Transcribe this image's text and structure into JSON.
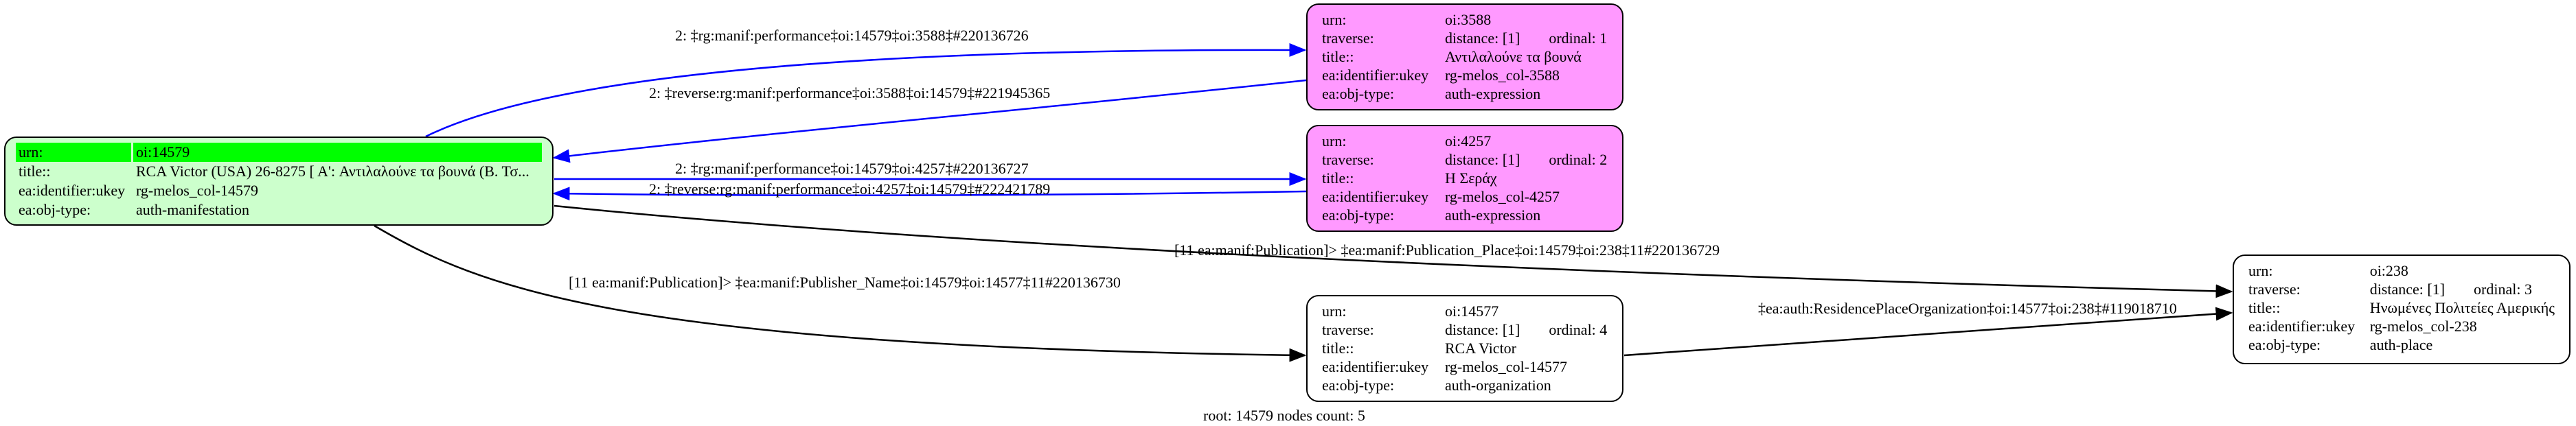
{
  "nodes": [
    {
      "id": "14579",
      "color": "#ccffcc",
      "rows": [
        [
          "urn:",
          "oi:14579"
        ],
        [
          "title::",
          "RCA Victor (USA) 26-8275 [ A': Αντιλαλούνε τα βουνά (Β. Τσ..."
        ],
        [
          "ea:identifier:ukey",
          "rg-melos_col-14579"
        ],
        [
          "ea:obj-type:",
          "auth-manifestation"
        ]
      ]
    },
    {
      "id": "3588",
      "color": "#ff99ff",
      "urn": "oi:3588",
      "distance": "distance: [1]",
      "ordinal": "ordinal: 1",
      "title": "Αντιλαλούνε τα βουνά",
      "ukey": "rg-melos_col-3588",
      "type": "auth-expression"
    },
    {
      "id": "4257",
      "color": "#ff99ff",
      "urn": "oi:4257",
      "distance": "distance: [1]",
      "ordinal": "ordinal: 2",
      "title": "Η Σεράχ",
      "ukey": "rg-melos_col-4257",
      "type": "auth-expression"
    },
    {
      "id": "14577",
      "color": "#ffffff",
      "urn": "oi:14577",
      "distance": "distance: [1]",
      "ordinal": "ordinal: 4",
      "title": "RCA Victor",
      "ukey": "rg-melos_col-14577",
      "type": "auth-organization"
    },
    {
      "id": "238",
      "color": "#ffffff",
      "urn": "oi:238",
      "distance": "distance: [1]",
      "ordinal": "ordinal: 3",
      "title": "Ηνωμένες Πολιτείες Αμερικής",
      "ukey": "rg-melos_col-238",
      "type": "auth-place"
    }
  ],
  "keys": {
    "urn": "urn:",
    "traverse": "traverse:",
    "title": "title::",
    "ukey": "ea:identifier:ukey",
    "type": "ea:obj-type:"
  },
  "edges": [
    {
      "from": "14579",
      "to": "3588",
      "color": "#0000ff",
      "label": "2: ‡rg:manif:performance‡oi:14579‡oi:3588‡#220136726"
    },
    {
      "from": "3588",
      "to": "14579",
      "color": "#0000ff",
      "label": "2: ‡reverse:rg:manif:performance‡oi:3588‡oi:14579‡#221945365"
    },
    {
      "from": "14579",
      "to": "4257",
      "color": "#0000ff",
      "label": "2: ‡rg:manif:performance‡oi:14579‡oi:4257‡#220136727"
    },
    {
      "from": "4257",
      "to": "14579",
      "color": "#0000ff",
      "label": "2: ‡reverse:rg:manif:performance‡oi:4257‡oi:14579‡#222421789"
    },
    {
      "from": "14579",
      "to": "238",
      "color": "#000000",
      "label": "[11 ea:manif:Publication]> ‡ea:manif:Publication_Place‡oi:14579‡oi:238‡11#220136729"
    },
    {
      "from": "14579",
      "to": "14577",
      "color": "#000000",
      "label": "[11 ea:manif:Publication]> ‡ea:manif:Publisher_Name‡oi:14579‡oi:14577‡11#220136730"
    },
    {
      "from": "14577",
      "to": "238",
      "color": "#000000",
      "label": "‡ea:auth:ResidencePlaceOrganization‡oi:14577‡oi:238‡#119018710"
    }
  ],
  "footer": "root: 14579 nodes count: 5"
}
